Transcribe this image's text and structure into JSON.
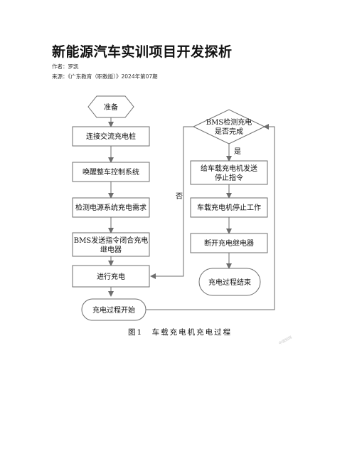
{
  "article": {
    "title": "新能源汽车实训项目开发探析",
    "author": "作者：罗凯",
    "source": "来源：《广东教育（职教版）》2024年第07期"
  },
  "figure": {
    "caption": "图1　车载充电机充电过程",
    "watermark": "中国知网",
    "nodes": {
      "prepare": "准备",
      "connect": "连接交流充电桩",
      "wake": "唤醒整车控制系统",
      "detect": [
        "检测电源系统充电需求"
      ],
      "bms_close": [
        "BMS发送指令闭合充电",
        "继电器"
      ],
      "charging": "进行充电",
      "start": "充电过程开始",
      "bms_check": [
        "BMS检测充电",
        "是否完成"
      ],
      "send_stop": [
        "给车载充电机发送",
        "停止指令"
      ],
      "stop_work": "车载充电机停止工作",
      "disconnect": "断开充电继电器",
      "end": "充电过程结束"
    },
    "edge_labels": {
      "yes": "是",
      "no": "否"
    }
  }
}
